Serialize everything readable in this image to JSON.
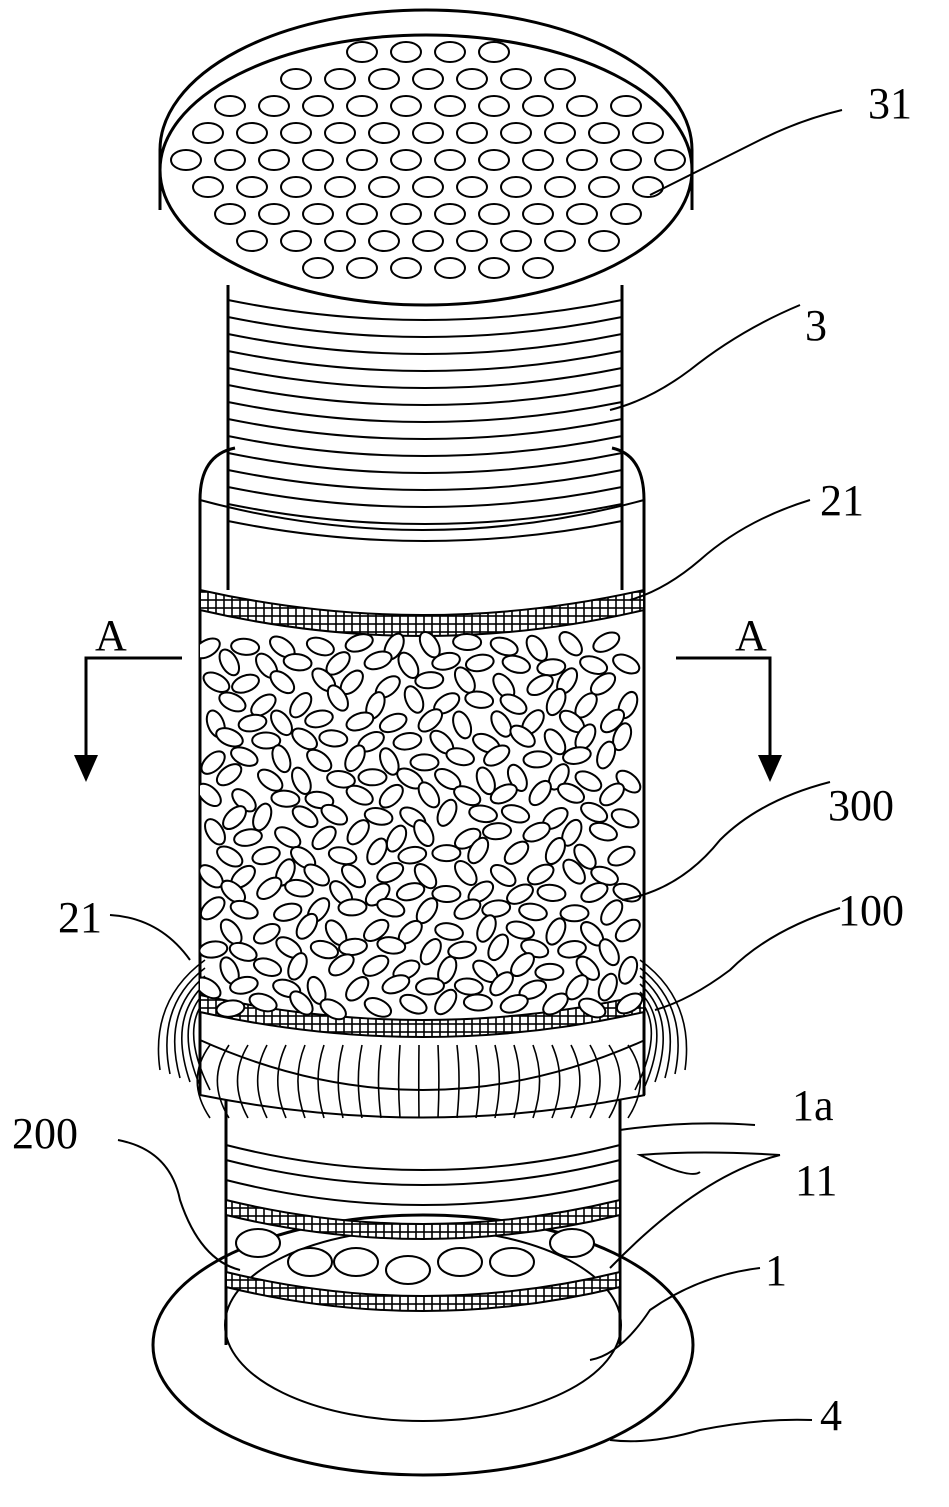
{
  "labels": {
    "l31": "31",
    "l3": "3",
    "l21_top": "21",
    "l300": "300",
    "l21_left": "21",
    "l100": "100",
    "l1a": "1a",
    "l200": "200",
    "l11": "11",
    "l1": "1",
    "l4": "4",
    "section_left": "A",
    "section_right": "A"
  }
}
